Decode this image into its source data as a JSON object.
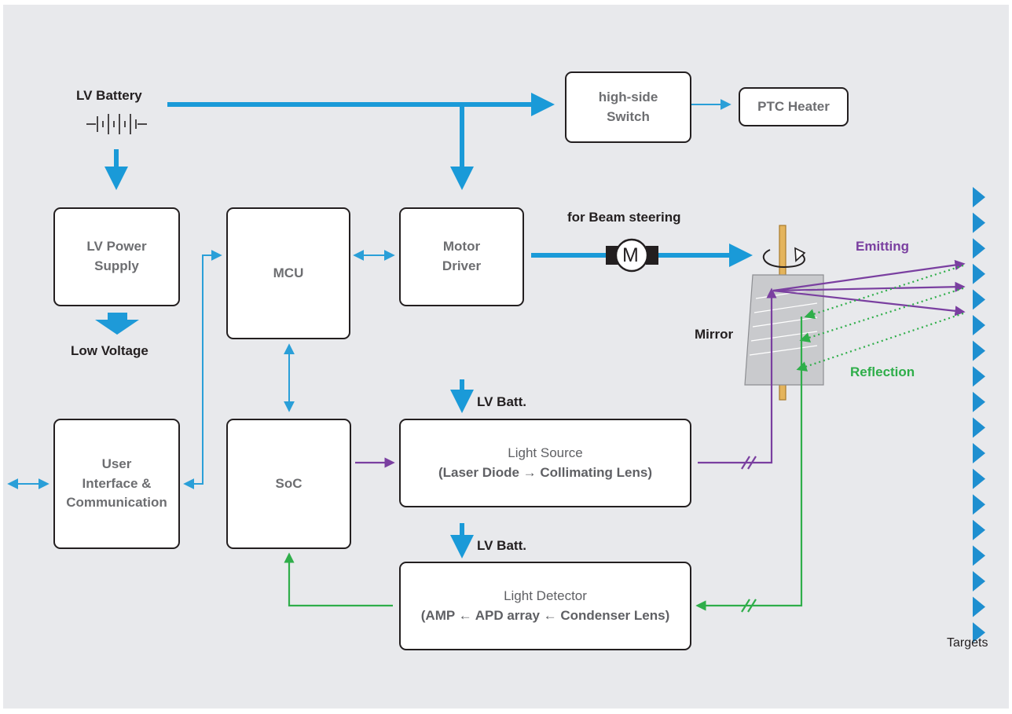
{
  "blocks": {
    "power_supply": "LV Power\nSupply",
    "mcu": "MCU",
    "motor_driver": "Motor\nDriver",
    "switch": "high-side\nSwitch",
    "heater": "PTC Heater",
    "ui": "User\nInterface &\nCommunication",
    "soc": "SoC",
    "light_source_title": "Light Source",
    "light_source_sub": "(Laser Diode → Collimating Lens)",
    "light_detector_title": "Light Detector",
    "light_detector_sub": "(AMP ← APD array ← Condenser Lens)"
  },
  "labels": {
    "battery": "LV Battery",
    "low_voltage": "Low Voltage",
    "beam": "for Beam steering",
    "motor_symbol": "M",
    "lv_batt_1": "LV Batt.",
    "lv_batt_2": "LV Batt.",
    "mirror": "Mirror",
    "emitting": "Emitting",
    "reflection": "Reflection",
    "targets": "Targets"
  },
  "colors": {
    "power": "#1a9ad8",
    "signal": "#2a9fd8",
    "emit": "#7a3fa0",
    "reflect": "#2fae4a",
    "target": "#1e8fd0"
  }
}
